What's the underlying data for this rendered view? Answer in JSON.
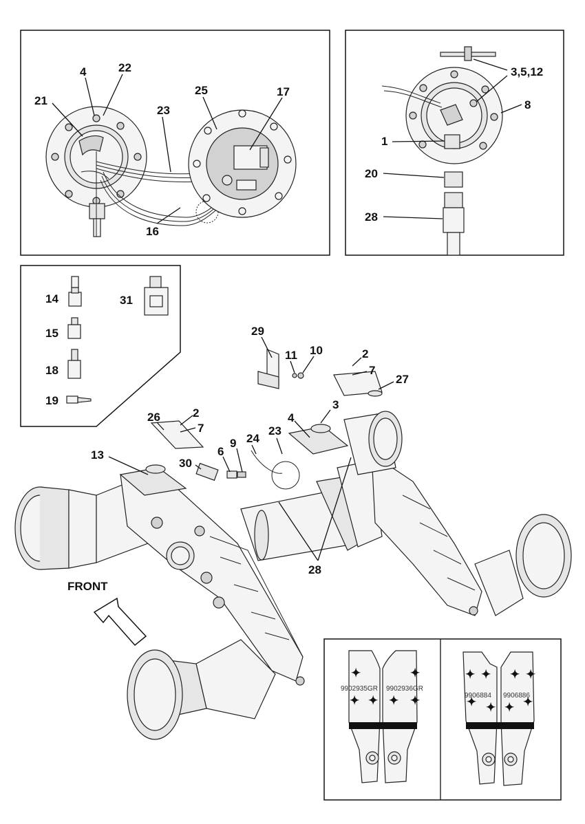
{
  "callouts": {
    "c4a": "4",
    "c22": "22",
    "c21": "21",
    "c23a": "23",
    "c25": "25",
    "c17": "17",
    "c16": "16",
    "c3512": "3,5,12",
    "c8": "8",
    "c1": "1",
    "c20": "20",
    "c28a": "28",
    "c14": "14",
    "c15": "15",
    "c18": "18",
    "c19": "19",
    "c31": "31",
    "c29": "29",
    "c11": "11",
    "c10": "10",
    "c2a": "2",
    "c7a": "7",
    "c27": "27",
    "c3b": "3",
    "c4b": "4",
    "c26": "26",
    "c2b": "2",
    "c7b": "7",
    "c13": "13",
    "c30": "30",
    "c6": "6",
    "c9": "9",
    "c24": "24",
    "c23b": "23",
    "c28b": "28"
  },
  "front_label": "FRONT",
  "part_numbers": {
    "p1": "9902935GR",
    "p2": "9902936GR",
    "p3": "9906884",
    "p4": "9906886"
  }
}
